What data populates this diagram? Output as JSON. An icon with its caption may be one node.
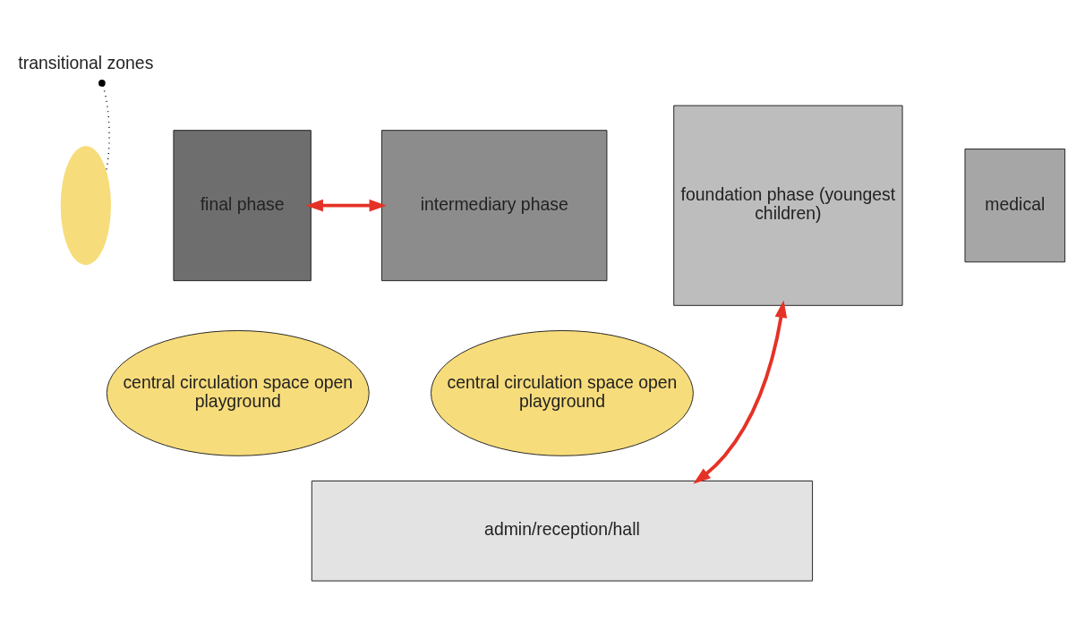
{
  "diagram": {
    "nodes": [
      {
        "text": [
          "transitional zones"
        ]
      },
      {
        "text": [
          "final phase"
        ]
      },
      {
        "text": [],
        "shape": "ellipse"
      },
      {
        "text": [
          "intermediary phase"
        ]
      },
      {
        "text": [
          "medical"
        ]
      },
      {
        "text": [
          "foundation phase (youngest children)"
        ]
      },
      {
        "text": [
          "central circulation space open playground"
        ]
      },
      {
        "text": [
          "central circulation space open playground"
        ]
      },
      {
        "text": [
          "admin/reception/hall"
        ]
      }
    ],
    "edges": [
      {
        "from": 0,
        "to": 2,
        "arrow": "other",
        "style": "dashed",
        "color": "#000000"
      },
      {
        "from": 1,
        "to": 3,
        "arrow": "both"
      },
      {
        "from": 8,
        "to": 5,
        "arrow": "both"
      }
    ]
  }
}
